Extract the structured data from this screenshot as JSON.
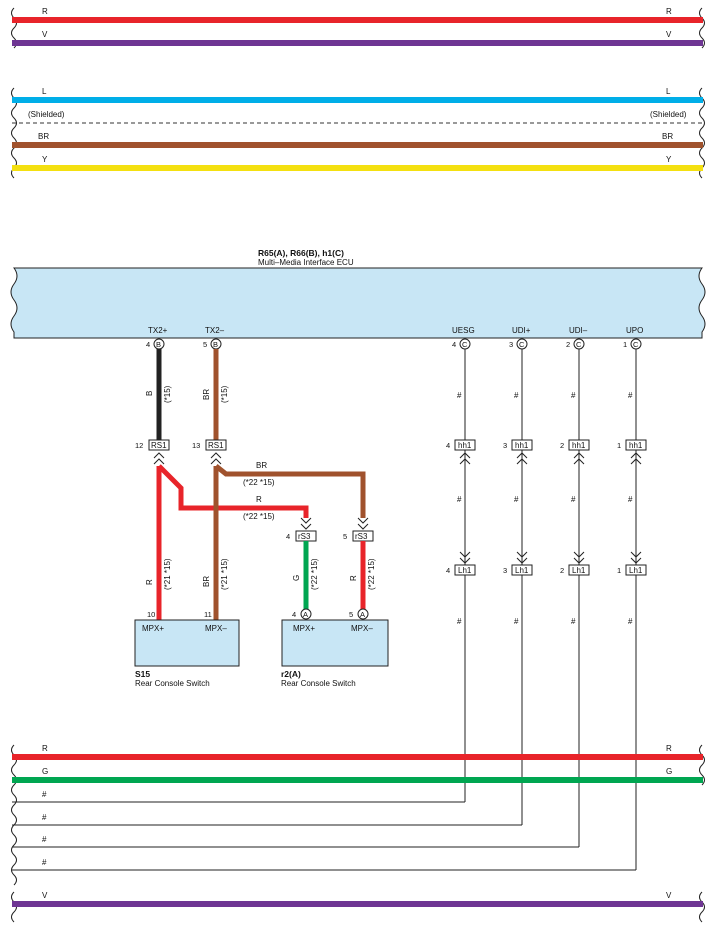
{
  "top_bus": {
    "wires": [
      {
        "name": "r",
        "label": "R",
        "color": "#e8242a"
      },
      {
        "name": "v",
        "label": "V",
        "color": "#6e3593"
      },
      {
        "name": "l",
        "label": "L",
        "color": "#00aee8"
      },
      {
        "name": "shielded",
        "label": "(Shielded)",
        "color": "#333333"
      },
      {
        "name": "br",
        "label": "BR",
        "color": "#a0522d"
      },
      {
        "name": "y",
        "label": "Y",
        "color": "#f4e010"
      }
    ]
  },
  "ecu": {
    "title": "R65(A), R66(B), h1(C)",
    "subtitle": "Multi–Media Interface ECU",
    "fill": "#c8e6f5",
    "pins": [
      {
        "name": "tx2p",
        "label": "TX2+",
        "num": "4",
        "conn": "B"
      },
      {
        "name": "tx2m",
        "label": "TX2–",
        "num": "5",
        "conn": "B"
      },
      {
        "name": "uesg",
        "label": "UESG",
        "num": "4",
        "conn": "C"
      },
      {
        "name": "udip",
        "label": "UDI+",
        "num": "3",
        "conn": "C"
      },
      {
        "name": "udim",
        "label": "UDI–",
        "num": "2",
        "conn": "C"
      },
      {
        "name": "upo",
        "label": "UPO",
        "num": "1",
        "conn": "C"
      }
    ]
  },
  "wires": {
    "tx2p": {
      "color_label": "B",
      "spec": "(*15)",
      "color": "#222222"
    },
    "tx2m": {
      "color_label": "BR",
      "spec": "(*15)",
      "color": "#a0522d"
    },
    "s15_mpxp": {
      "color_label": "R",
      "spec": "(*21 *15)",
      "color": "#e8242a"
    },
    "s15_mpxm": {
      "color_label": "BR",
      "spec": "(*21 *15)",
      "color": "#a0522d"
    },
    "cross_br": {
      "color_label": "BR",
      "spec": "(*22 *15)",
      "color": "#a0522d"
    },
    "cross_r": {
      "color_label": "R",
      "spec": "(*22 *15)",
      "color": "#e8242a"
    },
    "r2_mpxp": {
      "color_label": "G",
      "spec": "(*22 *15)",
      "color": "#00a651"
    },
    "r2_mpxm": {
      "color_label": "R",
      "spec": "(*22 *15)",
      "color": "#e8242a"
    },
    "hash": "#"
  },
  "connectors": {
    "rs1_a": {
      "num": "12",
      "label": "RS1"
    },
    "rs1_b": {
      "num": "13",
      "label": "RS1"
    },
    "rs3_a": {
      "num": "4",
      "label": "rS3"
    },
    "rs3_b": {
      "num": "5",
      "label": "rS3"
    },
    "hh1": [
      {
        "num": "4",
        "label": "hh1"
      },
      {
        "num": "3",
        "label": "hh1"
      },
      {
        "num": "2",
        "label": "hh1"
      },
      {
        "num": "1",
        "label": "hh1"
      }
    ],
    "lh1": [
      {
        "num": "4",
        "label": "Lh1"
      },
      {
        "num": "3",
        "label": "Lh1"
      },
      {
        "num": "2",
        "label": "Lh1"
      },
      {
        "num": "1",
        "label": "Lh1"
      }
    ]
  },
  "s15": {
    "id": "S15",
    "name": "Rear Console Switch",
    "pin1_num": "10",
    "pin1_label": "MPX+",
    "pin2_num": "11",
    "pin2_label": "MPX–"
  },
  "r2": {
    "id": "r2(A)",
    "name": "Rear Console Switch",
    "pin1_num": "4",
    "pin1_conn": "A",
    "pin1_label": "MPX+",
    "pin2_num": "5",
    "pin2_conn": "A",
    "pin2_label": "MPX–"
  },
  "bottom_bus": {
    "r": {
      "label": "R",
      "color": "#e8242a"
    },
    "g": {
      "label": "G",
      "color": "#00a651"
    },
    "hash_labels": [
      "#",
      "#",
      "#",
      "#"
    ],
    "v": {
      "label": "V",
      "color": "#6e3593"
    }
  }
}
